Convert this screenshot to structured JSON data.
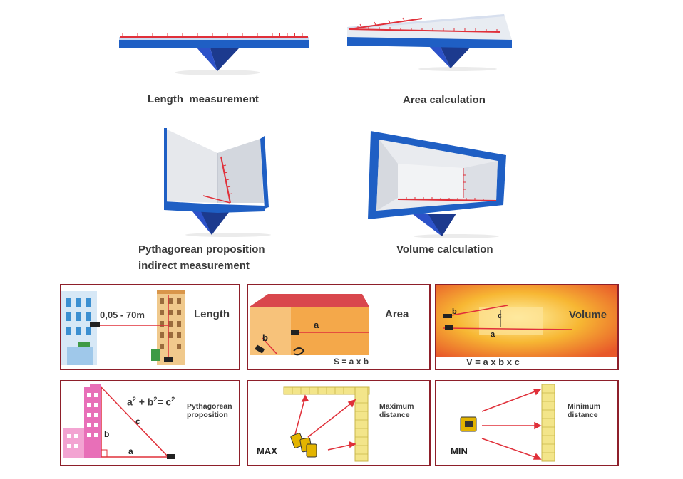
{
  "top": {
    "length_caption": "Length  measurement",
    "area_caption": "Area calculation",
    "pythagorean_caption_line1": "Pythagorean proposition",
    "pythagorean_caption_line2": "indirect measurement",
    "volume_caption": "Volume calculation"
  },
  "panels": {
    "length": {
      "title": "Length",
      "range": "0,05 - 70m"
    },
    "area": {
      "title": "Area",
      "formula": "S = a x b",
      "label_a": "a",
      "label_b": "b"
    },
    "volume": {
      "title": "Volume",
      "formula": "V = a x b x c",
      "label_a": "a",
      "label_b": "b",
      "label_c": "c"
    },
    "pythagorean": {
      "title_line1": "Pythagorean",
      "title_line2": "proposition",
      "label_a": "a",
      "label_b": "b",
      "label_c": "c"
    },
    "maximum": {
      "title_line1": "Maximum",
      "title_line2": "distance",
      "tag": "MAX"
    },
    "minimum": {
      "title_line1": "Minimum",
      "title_line2": "distance",
      "tag": "MIN"
    }
  },
  "colors": {
    "blue": "#1f5fc4",
    "dark_blue": "#1c3a8e",
    "laser_red": "#e0303a",
    "panel_border": "#8e1f2a",
    "brick": "#f3e58a"
  }
}
